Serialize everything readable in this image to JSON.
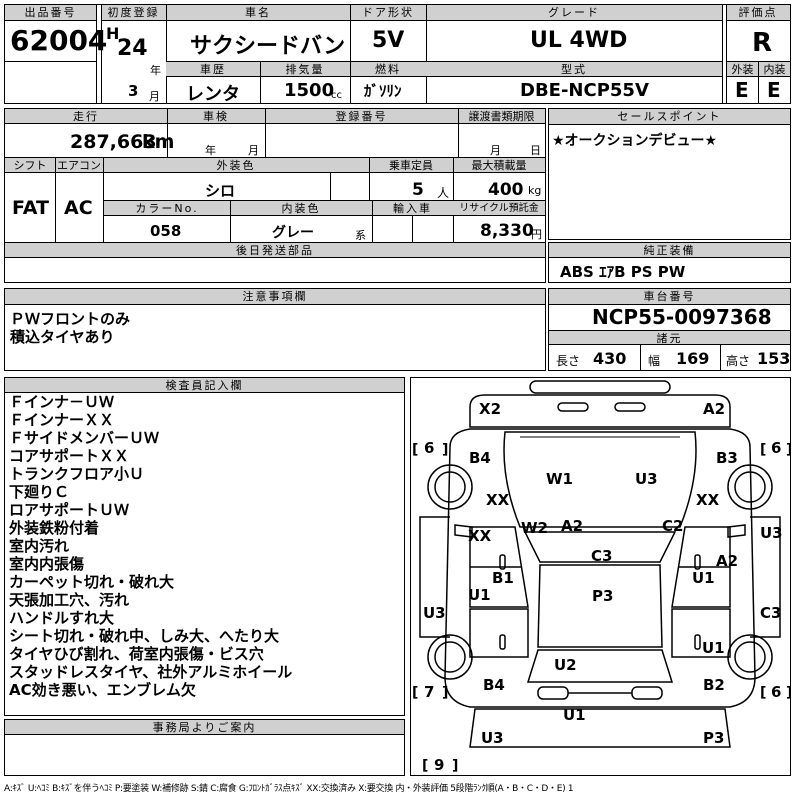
{
  "top": {
    "lot_no_label": "出品番号",
    "lot_no": "62004",
    "first_reg_label": "初度登録",
    "era": "H",
    "year": "24",
    "year_unit": "年",
    "month": "3",
    "month_unit": "月",
    "car_name_label": "車名",
    "car_name": "サクシードバン",
    "door_label": "ドア形状",
    "door": "5V",
    "grade_label": "グレード",
    "grade": "UL 4WD",
    "score_label": "評価点",
    "score": "R",
    "history_label": "車歴",
    "history": "レンタ",
    "displacement_label": "排気量",
    "displacement": "1500",
    "displacement_unit": "cc",
    "fuel_label": "燃料",
    "fuel": "ｶﾞｿﾘﾝ",
    "model_label": "型式",
    "model": "DBE-NCP55V",
    "ext_label": "外装",
    "ext": "E",
    "int_label": "内装",
    "int": "E"
  },
  "mid": {
    "mileage_label": "走行",
    "mileage": "287,663",
    "mileage_unit": "km",
    "inspection_label": "車検",
    "inspection_year": "年",
    "inspection_month": "月",
    "reg_no_label": "登録番号",
    "transfer_label": "譲渡書類期限",
    "transfer_month": "月",
    "transfer_day": "日",
    "shift_label": "シフト",
    "shift": "FAT",
    "ac_label": "エアコン",
    "ac": "AC",
    "exterior_color_label": "外装色",
    "exterior_color": "シロ",
    "capacity_label": "乗車定員",
    "capacity": "5",
    "capacity_unit": "人",
    "load_label": "最大積載量",
    "load": "400",
    "load_unit": "kg",
    "color_no_label": "カラーNo.",
    "color_no": "058",
    "interior_color_label": "内装色",
    "interior_color": "グレー",
    "interior_color_unit": "系",
    "import_label": "輸入車",
    "recycle_label": "リサイクル預託金",
    "recycle": "8,330",
    "recycle_unit": "円",
    "later_parts_label": "後日発送部品"
  },
  "sales_point": {
    "label": "セールスポイント",
    "text": "★オークションデビュー★"
  },
  "equipment": {
    "label": "純正装備",
    "text": "ABS ｴｱB PS PW"
  },
  "notes": {
    "label": "注意事項欄",
    "lines": [
      "ＰＷフロントのみ",
      "積込タイヤあり"
    ]
  },
  "chassis": {
    "label": "車台番号",
    "number": "NCP55-0097368",
    "spec_label": "諸元",
    "length_label": "長さ",
    "length": "430",
    "width_label": "幅",
    "width": "169",
    "height_label": "高さ",
    "height": "153"
  },
  "inspector": {
    "label": "検査員記入欄",
    "lines": [
      "Ｆインナ－ＵＷ",
      "ＦインナーＸＸ",
      "ＦサイドメンバーＵＷ",
      "コアサポートＸＸ",
      "トランクフロア小Ｕ",
      "下廻りＣ",
      "ロアサポートＵＷ",
      "外装鉄粉付着",
      "室内汚れ",
      "室内内張傷",
      "カーペット切れ・破れ大",
      "天張加工穴、汚れ",
      "ハンドルすれ大",
      "シート切れ・破れ中、しみ大、へたり大",
      "タイヤひび割れ、荷室内張傷・ビス穴",
      "スタッドレスタイヤ、社外アルミホイール",
      "AC効き悪い、エンブレム欠"
    ]
  },
  "office": {
    "label": "事務局よりご案内"
  },
  "legend": "A:ｷｽﾞ U:ﾍｺﾐ B:ｷｽﾞを伴うﾍｺﾐ P:要塗装 W:補修跡 S:錆 C:腐食 G:ﾌﾛﾝﾄｶﾞﾗｽ点ｷｽﾞ XX:交換済み X:要交換 内・外装評価 5段階ﾗﾝｸ順(A・B・C・D・E) 1",
  "diagram": {
    "tires": {
      "fl": "6",
      "fr": "6",
      "rl": "7",
      "rr": "6",
      "spare": "9"
    },
    "marks": {
      "front_left": "X2",
      "front_right": "A2",
      "fender_l": "B4",
      "fender_r": "B3",
      "bumper_l": "XX",
      "bumper_r": "XX",
      "hood_l": "W1",
      "hood_r": "U3",
      "pillar_l": "W2",
      "cowl": "A2",
      "pillar_r": "C2",
      "door_l": "XX",
      "roof_front": "C3",
      "side_r1": "U3",
      "side_r2": "A2",
      "sill_l": "B1",
      "sill_r": "U1",
      "door_l2": "U1",
      "roof": "P3",
      "side_l3": "U3",
      "side_r3": "C3",
      "tire_r_rear": "U1",
      "rear_glass": "U2",
      "rear_l": "B4",
      "rear_r": "B2",
      "back_panel": "U1",
      "rear_bumper_l": "U3",
      "rear_bumper_r": "P3"
    }
  }
}
